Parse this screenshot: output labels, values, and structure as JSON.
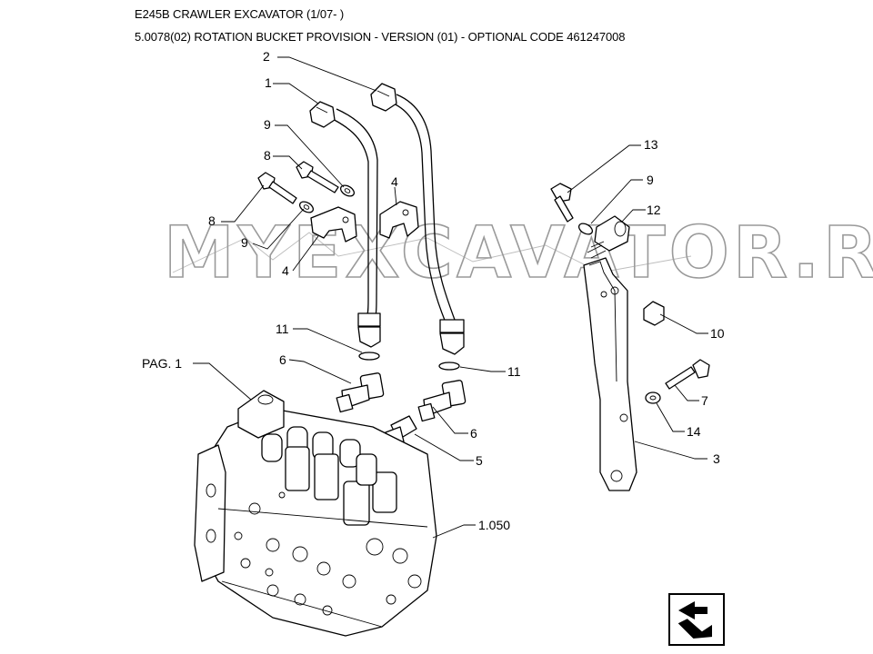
{
  "header": {
    "title": "E245B CRAWLER EXCAVATOR (1/07- )",
    "subtitle": "5.0078(02) ROTATION BUCKET PROVISION - VERSION (01) - OPTIONAL CODE 461247008"
  },
  "watermark": "MYEXCAVATOR.RU",
  "callouts": {
    "c_2": "2",
    "c_1": "1",
    "c_9a": "9",
    "c_8a": "8",
    "c_8b": "8",
    "c_4a": "4",
    "c_9b": "9",
    "c_4b": "4",
    "c_13": "13",
    "c_9c": "9",
    "c_12": "12",
    "c_11a": "11",
    "c_11b": "11",
    "c_6a": "6",
    "c_6b": "6",
    "c_5": "5",
    "c_10": "10",
    "c_7": "7",
    "c_14": "14",
    "c_3": "3",
    "c_pag": "PAG. 1",
    "c_1050": "1.050"
  },
  "nav": {
    "icon": "next-page-arrow-icon"
  }
}
